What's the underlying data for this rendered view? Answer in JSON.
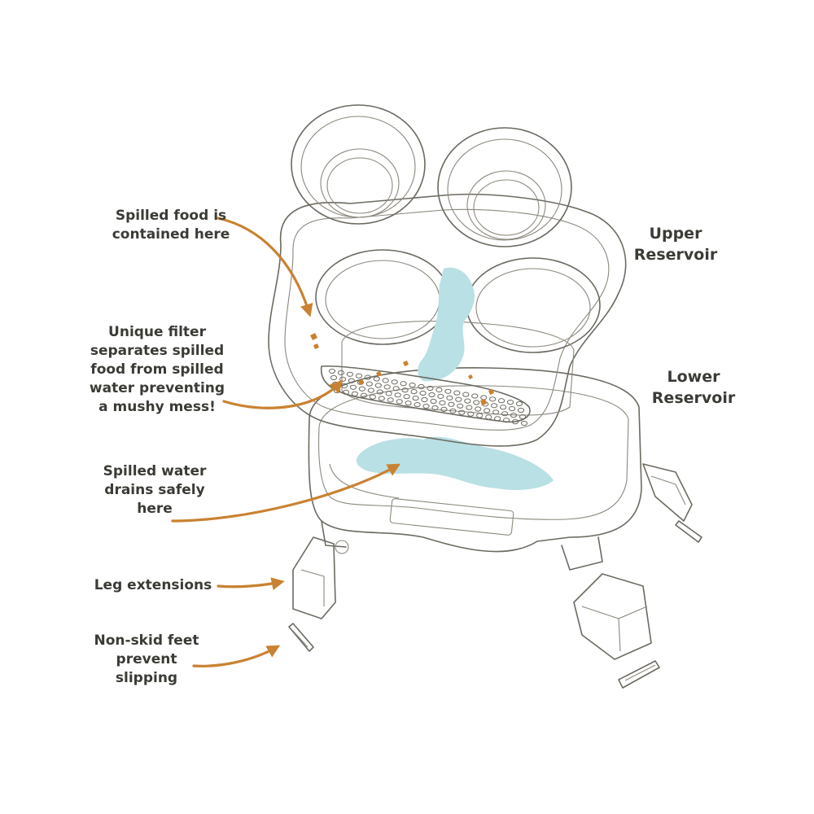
{
  "colors": {
    "line": "#6c6a60",
    "arrow": "#c98231",
    "water": "#b9e0e4",
    "food": "#c98231",
    "text": "#3b3b36"
  },
  "labels": {
    "spilled_food": [
      "Spilled food is",
      "contained here"
    ],
    "filter": [
      "Unique filter",
      "separates spilled",
      "food from spilled",
      "water preventing",
      "a mushy mess!"
    ],
    "spilled_water": [
      "Spilled water",
      "drains safely",
      "here"
    ],
    "leg_extensions": [
      "Leg extensions"
    ],
    "feet": [
      "Non-skid feet",
      "prevent",
      "slipping"
    ],
    "upper_reservoir": [
      "Upper",
      "Reservoir"
    ],
    "lower_reservoir": [
      "Lower",
      "Reservoir"
    ]
  }
}
